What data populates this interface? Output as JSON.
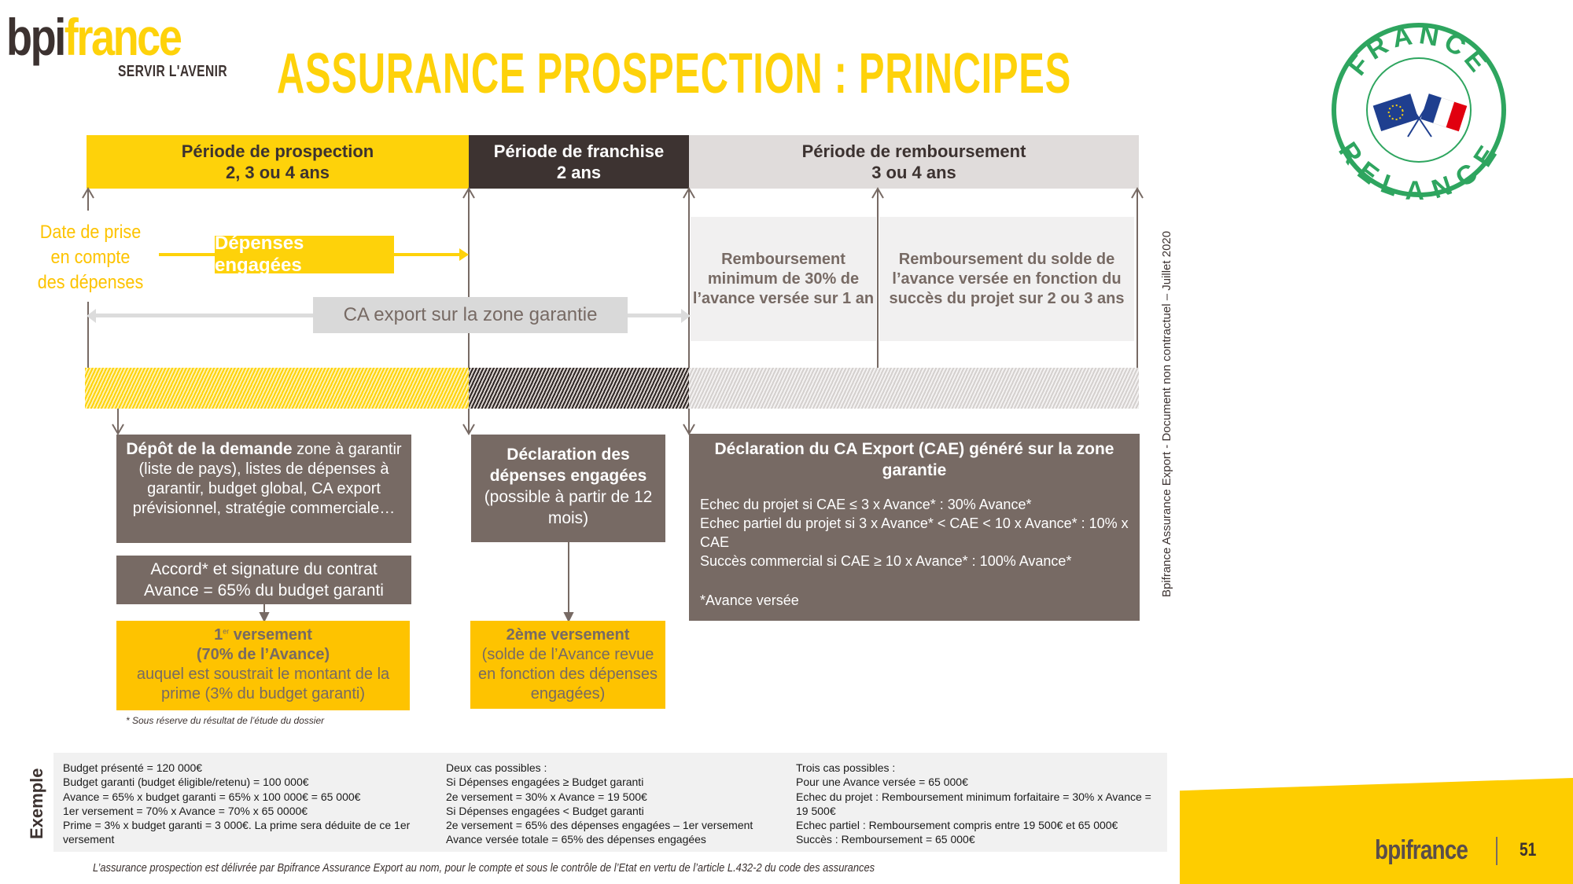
{
  "logo": {
    "brand_dark": "bpi",
    "brand_yellow": "france",
    "tagline": "SERVIR L'AVENIR"
  },
  "title": "ASSURANCE PROSPECTION : PRINCIPES",
  "badge": {
    "top_text": "FRANCE",
    "bottom_text": "RELANCE",
    "color": "#2ea55f"
  },
  "colors": {
    "yellow": "#fed20a",
    "dark_brown": "#3d3331",
    "taupe": "#776a64",
    "light_grey": "#e0dcdb",
    "orange_yellow": "#fec300"
  },
  "periods": [
    {
      "label": "Période de prospection",
      "duration": "2, 3 ou 4 ans"
    },
    {
      "label": "Période de franchise",
      "duration": "2 ans"
    },
    {
      "label": "Période de remboursement",
      "duration": "3 ou 4 ans"
    }
  ],
  "timeline": {
    "date_label": [
      "Date de prise",
      "en compte",
      "des dépenses"
    ],
    "depenses_engagees": "Dépenses engagées",
    "ca_export": "CA export sur la zone garantie",
    "remboursement_min": "Remboursement minimum de 30% de l’avance versée sur 1 an",
    "remboursement_solde": "Remboursement du solde de l’avance versée en fonction du succès du projet sur 2 ou 3 ans"
  },
  "boxes": {
    "depot_title": "Dépôt de la demande",
    "depot_text": " zone à garantir (liste de pays), listes de dépenses à garantir, budget global, CA export prévisionnel, stratégie commerciale…",
    "accord_line1": "Accord* et signature du contrat",
    "accord_line2": "Avance = 65% du budget garanti",
    "declaration_depenses_title": "Déclaration des dépenses engagées",
    "declaration_depenses_text": "(possible à partir de 12 mois)",
    "versement1_num": "1",
    "versement1_sup": "er",
    "versement1_title": " versement",
    "versement1_pct": "(70% de l’Avance)",
    "versement1_text": "auquel est soustrait le montant de la prime (3% du budget garanti)",
    "versement2_title": "2ème versement",
    "versement2_text": "(solde de l’Avance revue en fonction des dépenses engagées)",
    "cae_title": "Déclaration du CA Export (CAE) généré sur la zone garantie",
    "cae_lines": [
      "Echec du projet si CAE ≤ 3 x Avance* : 30% Avance*",
      "Echec partiel du projet si 3 x Avance* < CAE < 10 x Avance* : 10% x CAE",
      "Succès commercial si CAE ≥ 10 x Avance* : 100% Avance*"
    ],
    "cae_note": "*Avance versée"
  },
  "footnote": "* Sous réserve du résultat de l’étude du dossier",
  "vertical_note": "Bpifrance Assurance Export - Document non contractuel – Juillet 2020",
  "example": {
    "label": "Exemple",
    "col1": [
      "Budget présenté = 120 000€",
      "Budget garanti (budget éligible/retenu) = 100 000€",
      "Avance = 65% x budget garanti = 65% x 100 000€ = 65 000€",
      "1er versement = 70% x Avance = 70% x 65 0000€",
      "Prime = 3% x budget garanti = 3 000€. La prime sera déduite de ce 1er versement"
    ],
    "col2": [
      "Deux cas possibles :",
      "Si Dépenses engagées ≥ Budget garanti",
      "2e versement = 30% x Avance = 19 500€",
      "Si Dépenses engagées < Budget garanti",
      "2e versement = 65% des dépenses engagées – 1er versement",
      "Avance versée totale = 65% des dépenses engagées"
    ],
    "col3": [
      "Trois cas possibles :",
      "Pour une Avance versée = 65 000€",
      "Echec du projet : Remboursement minimum forfaitaire = 30% x Avance = 19 500€",
      "Echec partiel : Remboursement compris entre 19 500€ et 65 000€",
      "Succès : Remboursement = 65 000€"
    ]
  },
  "legal": "L’assurance prospection est délivrée par Bpifrance Assurance Export au nom, pour le compte et sous le contrôle de l’Etat en vertu de l’article L.432-2 du code des assurances",
  "footer": {
    "logo": "bpifrance",
    "page": "51"
  }
}
